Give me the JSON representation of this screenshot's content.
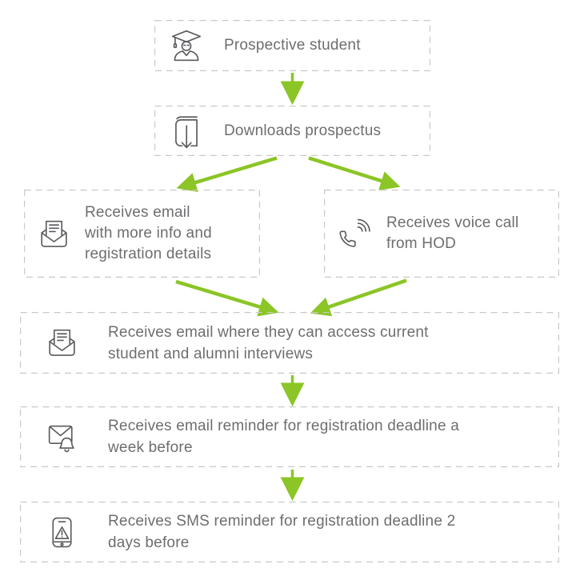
{
  "colors": {
    "accent": "#8bc526",
    "box_border": "#c9c9c9",
    "text": "#6e6e71",
    "icon": "#5a5b5e"
  },
  "flow": {
    "steps": [
      {
        "id": "prospective-student",
        "icon": "graduate-icon",
        "label": "Prospective student"
      },
      {
        "id": "downloads-prospectus",
        "icon": "book-download-icon",
        "label": "Downloads prospectus"
      },
      {
        "id": "email-more-info",
        "icon": "email-open-icon",
        "label": "Receives email\nwith more info and\nregistration details"
      },
      {
        "id": "voice-call-hod",
        "icon": "phone-call-icon",
        "label": "Receives voice call\nfrom HOD"
      },
      {
        "id": "email-interviews",
        "icon": "email-open-icon",
        "label": "Receives email where they can access current\nstudent and alumni interviews"
      },
      {
        "id": "email-reminder",
        "icon": "email-bell-icon",
        "label": "Receives email reminder for registration deadline a\nweek before"
      },
      {
        "id": "sms-reminder",
        "icon": "phone-alert-icon",
        "label": "Receives SMS reminder for registration deadline 2\ndays before"
      }
    ],
    "connections": [
      {
        "from": "prospective-student",
        "to": "downloads-prospectus"
      },
      {
        "from": "downloads-prospectus",
        "to": "email-more-info"
      },
      {
        "from": "downloads-prospectus",
        "to": "voice-call-hod"
      },
      {
        "from": "email-more-info",
        "to": "email-interviews"
      },
      {
        "from": "voice-call-hod",
        "to": "email-interviews"
      },
      {
        "from": "email-interviews",
        "to": "email-reminder"
      },
      {
        "from": "email-reminder",
        "to": "sms-reminder"
      }
    ]
  }
}
